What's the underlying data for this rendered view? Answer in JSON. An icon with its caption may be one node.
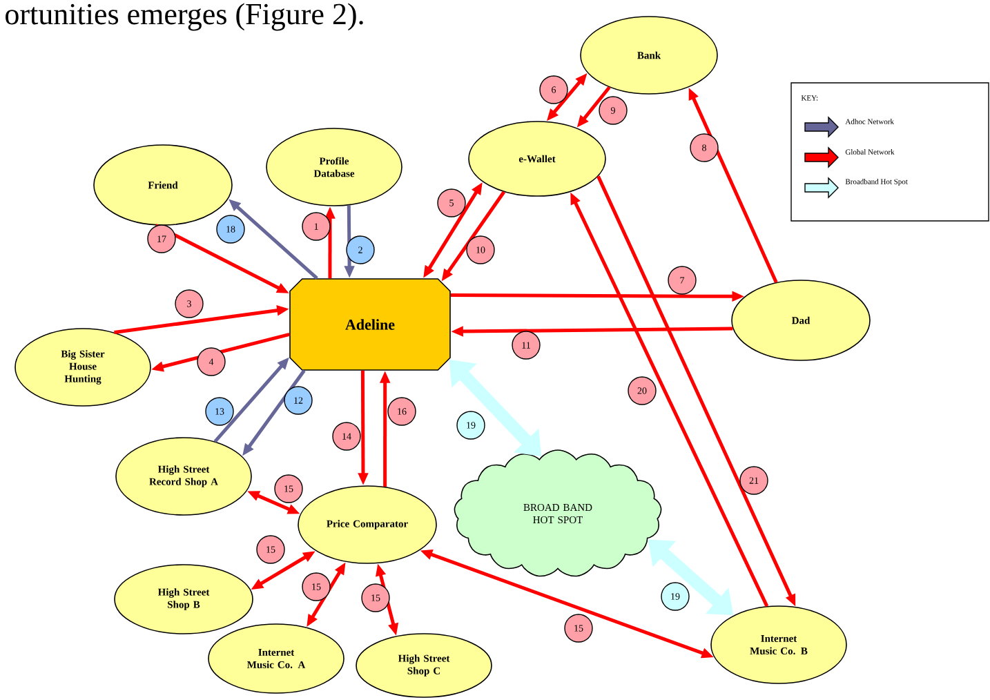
{
  "diagram": {
    "nodes": [
      {
        "text": [
          "Bank"
        ]
      },
      {
        "text": [
          "e-Wallet"
        ]
      },
      {
        "text": [
          "Friend"
        ]
      },
      {
        "text": [
          "Profile Database"
        ]
      },
      {
        "text": [
          "Adeline"
        ]
      },
      {
        "text": [
          "Dad"
        ]
      },
      {
        "text": [
          "Big Sister House Hunting"
        ]
      },
      {
        "text": [
          "High Street Record Shop A"
        ]
      },
      {
        "text": [
          "Price Comparator"
        ]
      },
      {
        "text": [
          "BROAD BAND HOT SPOT"
        ]
      },
      {
        "text": [
          "High Street Shop B"
        ]
      },
      {
        "text": [
          "Internet Music Co. A"
        ]
      },
      {
        "text": [
          "High Street Shop C"
        ]
      },
      {
        "text": [
          "Internet Music Co. B"
        ]
      }
    ],
    "edges": [
      {
        "from": 4,
        "to": 3,
        "arrow": "to",
        "label": "1"
      },
      {
        "from": 3,
        "to": 4,
        "arrow": "to",
        "label": "2",
        "color": "#666699"
      },
      {
        "from": 6,
        "to": 4,
        "arrow": "to",
        "label": "3"
      },
      {
        "from": 4,
        "to": 6,
        "arrow": "to",
        "label": "4"
      },
      {
        "from": 4,
        "to": 1,
        "arrow": "both",
        "label": "5"
      },
      {
        "from": 1,
        "to": 4,
        "arrow": "to",
        "label": "10"
      },
      {
        "from": 1,
        "to": 0,
        "arrow": "both",
        "label": "6"
      },
      {
        "from": 0,
        "to": 1,
        "arrow": "to",
        "label": "9"
      },
      {
        "from": 5,
        "to": 0,
        "arrow": "to",
        "label": "8"
      },
      {
        "from": 4,
        "to": 5,
        "arrow": "to",
        "label": "7"
      },
      {
        "from": 5,
        "to": 4,
        "arrow": "to",
        "label": "11"
      },
      {
        "from": 13,
        "to": 1,
        "arrow": "to",
        "label": "20"
      },
      {
        "from": 1,
        "to": 13,
        "arrow": "to",
        "label": "21"
      },
      {
        "from": 4,
        "to": 9,
        "arrow": "both",
        "label": "19",
        "style": "thick",
        "color": "#ccffff"
      },
      {
        "from": 9,
        "to": 13,
        "arrow": "both",
        "label": "19",
        "style": "thick",
        "color": "#ccffff"
      },
      {
        "from": 2,
        "to": 4,
        "arrow": "to",
        "label": "17"
      },
      {
        "from": 4,
        "to": 2,
        "arrow": "to",
        "label": "18",
        "color": "#666699"
      },
      {
        "from": 7,
        "to": 4,
        "arrow": "to",
        "label": "13",
        "color": "#666699"
      },
      {
        "from": 4,
        "to": 7,
        "arrow": "to",
        "label": "12",
        "color": "#666699"
      },
      {
        "from": 4,
        "to": 8,
        "arrow": "to",
        "label": "14"
      },
      {
        "from": 8,
        "to": 4,
        "arrow": "to",
        "label": "16"
      },
      {
        "from": 7,
        "to": 8,
        "arrow": "both",
        "label": "15"
      },
      {
        "from": 8,
        "to": 10,
        "arrow": "both",
        "label": "15"
      },
      {
        "from": 8,
        "to": 11,
        "arrow": "both",
        "label": "15"
      },
      {
        "from": 8,
        "to": 12,
        "arrow": "both",
        "label": "15"
      },
      {
        "from": 8,
        "to": 13,
        "arrow": "both",
        "label": "15"
      }
    ],
    "labels": [
      "ortunities emerges (Figure 2).",
      "KEY:"
    ],
    "legend": [
      {
        "text": "Adhoc Network",
        "color": "#666699"
      },
      {
        "text": "Global Network",
        "color": "#ff0000"
      },
      {
        "text": "Broadband Hot Spot",
        "color": "#ccffff"
      }
    ]
  }
}
